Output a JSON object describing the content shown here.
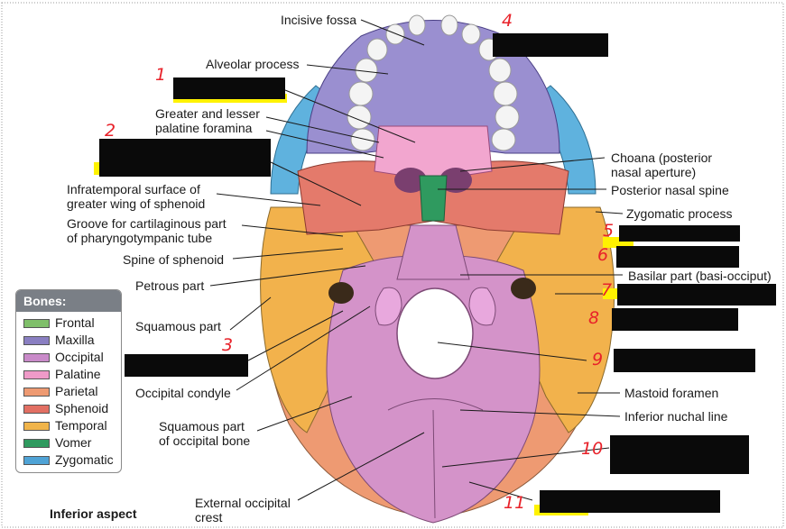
{
  "labels": {
    "incisive_fossa": "Incisive fossa",
    "alveolar_process": "Alveolar process",
    "palatine_foramina_1": "Greater and lesser",
    "palatine_foramina_2": "palatine foramina",
    "infratemporal_1": "Infratemporal surface of",
    "infratemporal_2": "greater wing of sphenoid",
    "groove_1": "Groove for cartilaginous part",
    "groove_2": "of pharyngotympanic tube",
    "spine_sphenoid": "Spine of sphenoid",
    "petrous_part": "Petrous part",
    "squamous_part": "Squamous part",
    "occipital_condyle": "Occipital condyle",
    "squamous_occ_1": "Squamous part",
    "squamous_occ_2": "of occipital bone",
    "ext_occ_crest_1": "External occipital",
    "ext_occ_crest_2": "crest",
    "choana_1": "Choana (posterior",
    "choana_2": "nasal aperture)",
    "post_nasal_spine": "Posterior nasal spine",
    "zygomatic_process": "Zygomatic process",
    "basilar_part": "Basilar part (basi-occiput)",
    "mastoid_foramen": "Mastoid foramen",
    "inferior_nuchal": "Inferior nuchal line",
    "inferior_aspect": "Inferior aspect"
  },
  "handwritten_numbers": [
    "1",
    "2",
    "3",
    "4",
    "5",
    "6",
    "7",
    "8",
    "9",
    "10",
    "11"
  ],
  "legend": {
    "title": "Bones:",
    "items": [
      {
        "label": "Frontal",
        "color": "#7fbf6a"
      },
      {
        "label": "Maxilla",
        "color": "#8a7fc2"
      },
      {
        "label": "Occipital",
        "color": "#c98ac9"
      },
      {
        "label": "Palatine",
        "color": "#ef9ac8"
      },
      {
        "label": "Parietal",
        "color": "#ee9a72"
      },
      {
        "label": "Sphenoid",
        "color": "#e26f63"
      },
      {
        "label": "Temporal",
        "color": "#f0b44a"
      },
      {
        "label": "Vomer",
        "color": "#2f9a5f"
      },
      {
        "label": "Zygomatic",
        "color": "#4fa3d6"
      }
    ]
  },
  "colors": {
    "maxilla": "#9a8fd0",
    "palatine": "#f2a6cf",
    "sphenoid": "#e47a6b",
    "temporal": "#f2b24c",
    "occipital": "#d493c9",
    "parietal": "#ee9a72",
    "zygomatic": "#5fb2de",
    "vomer": "#2f9a5f",
    "teeth": "#f4f4f4",
    "redaction": "#0a0a0a",
    "highlight": "#fff200",
    "annotation": "#e8222a"
  }
}
